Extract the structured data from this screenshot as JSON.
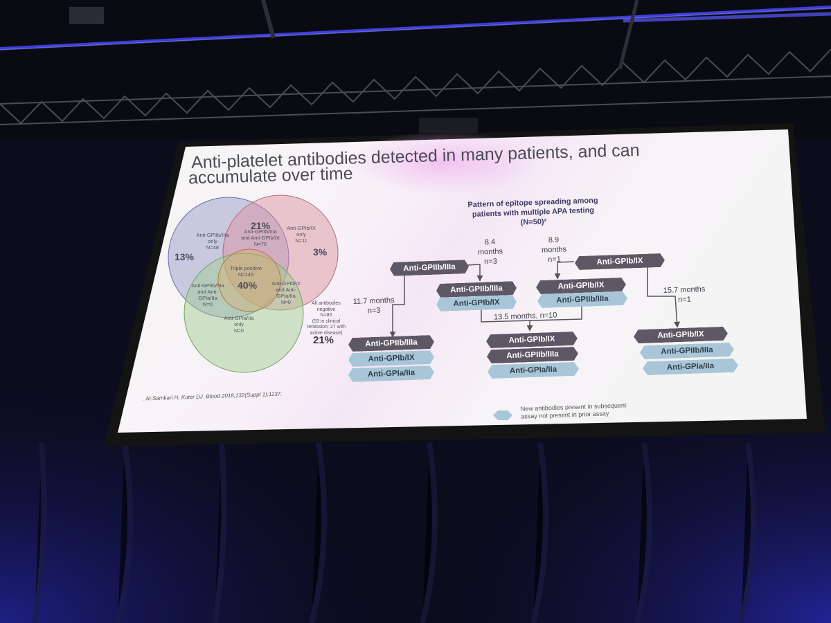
{
  "slide": {
    "title_line1": "Anti-platelet antibodies detected in many patients, and can",
    "title_line2": "accumulate over time",
    "pattern_title_line1": "Pattern of epitope spreading among",
    "pattern_title_line2": "patients with multiple APA testing",
    "pattern_title_line3": "(N=50)²",
    "venn": {
      "gp2b3a_only_line1": "Anti-GPIIb/IIIa",
      "gp2b3a_only_line2": "only",
      "gp2b3a_only_line3": "N=48",
      "gp2b3a_only_pct": "13%",
      "gp1b9_only_line1": "Anti-GPIb/IX",
      "gp1b9_only_line2": "only",
      "gp1b9_only_line3": "N=11",
      "gp1b9_only_pct": "3%",
      "gp2b_gp1b_pct": "21%",
      "gp2b_gp1b_line1": "Anti-GPIIb/IIIa",
      "gp2b_gp1b_line2": "and Anti-GPIb/IX",
      "gp2b_gp1b_line3": "N=76",
      "triple_line1": "Triple positive",
      "triple_line2": "N=145",
      "triple_pct": "40%",
      "gp2b_gp1a_line1": "Anti-GPIIb/IIIa",
      "gp2b_gp1a_line2": "and Anti-",
      "gp2b_gp1a_line3": "GPIa/IIa",
      "gp2b_gp1a_line4": "N=0",
      "gp1b_gp1a_line1": "Anti-GPIb/IX",
      "gp1b_gp1a_line2": "and Anti-",
      "gp1b_gp1a_line3": "GPIa/IIa",
      "gp1b_gp1a_line4": "N=0",
      "gp1a_only_line1": "Anti-GPIa/IIa",
      "gp1a_only_line2": "only",
      "gp1a_only_line3": "N=0"
    },
    "negative": {
      "line1": "All antibodies",
      "line2": "negative",
      "line3": "N=80",
      "line4": "(53 in clinical",
      "line5": "remission; 27 with",
      "line6": "active disease)",
      "pct": "21%"
    },
    "timeline": {
      "root": "Anti-GPIIb/IIIa",
      "root2": "Anti-GPIb/IX",
      "t_8_4a": "8.4",
      "t_8_4b": "months",
      "t_8_4n": "n=3",
      "t_8_9a": "8.9",
      "t_8_9b": "months",
      "t_8_9n": "n=1",
      "t_11_7": "11.7 months",
      "t_11_7n": "n=3",
      "t_13_5": "13.5 months, n=10",
      "t_15_7": "15.7 months",
      "t_15_7n": "n=1",
      "mid1_a": "Anti-GPIIb/IIIa",
      "mid1_b": "Anti-GPIb/IX",
      "mid2_a": "Anti-GPIb/IX",
      "mid2_b": "Anti-GPIIb/IIIa",
      "bot1_a": "Anti-GPIIb/IIIa",
      "bot1_b": "Anti-GPIb/IX",
      "bot1_c": "Anti-GPIa/IIa",
      "bot2_a": "Anti-GPIb/IX",
      "bot2_b": "Anti-GPIIb/IIIa",
      "bot2_c": "Anti-GPIa/IIa",
      "bot3_a": "Anti-GPIb/IX",
      "bot3_b": "Anti-GPIIb/IIIa",
      "bot3_c": "Anti-GPIa/IIa"
    },
    "reference": ". Al-Samkari H, Kuter DJ. Blood 2018;132(Suppl 1):1137.",
    "legend_line1": "New antibodies present in subsequent",
    "legend_line2": "assay not present in prior assay"
  },
  "colors": {
    "dark_box": "#5e5866",
    "light_box": "#a9c6d8",
    "circle_blue": "#8f95c4",
    "circle_red": "#d98c9a",
    "circle_green": "#9ccc8c",
    "circle_orange": "#e0a860",
    "stage_light": "#3c3cd8"
  }
}
